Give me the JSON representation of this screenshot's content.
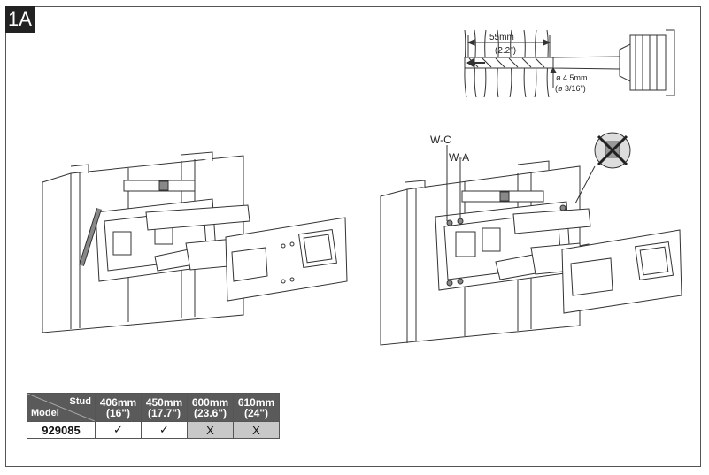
{
  "step": {
    "label": "1A"
  },
  "drill": {
    "depth_mm": "55mm",
    "depth_in": "(2.2\")",
    "dia_mm": "ø 4.5mm",
    "dia_in": "(ø 3/16\")"
  },
  "labels": {
    "wc": "W-C",
    "wa": "W-A"
  },
  "table": {
    "stud_label": "Stud",
    "model_label": "Model",
    "columns": [
      {
        "mm": "406mm",
        "in": "(16\")"
      },
      {
        "mm": "450mm",
        "in": "(17.7\")"
      },
      {
        "mm": "600mm",
        "in": "(23.6\")"
      },
      {
        "mm": "610mm",
        "in": "(24\")"
      }
    ],
    "rows": [
      {
        "model": "929085",
        "cells": [
          "✓",
          "✓",
          "X",
          "X"
        ]
      }
    ]
  }
}
